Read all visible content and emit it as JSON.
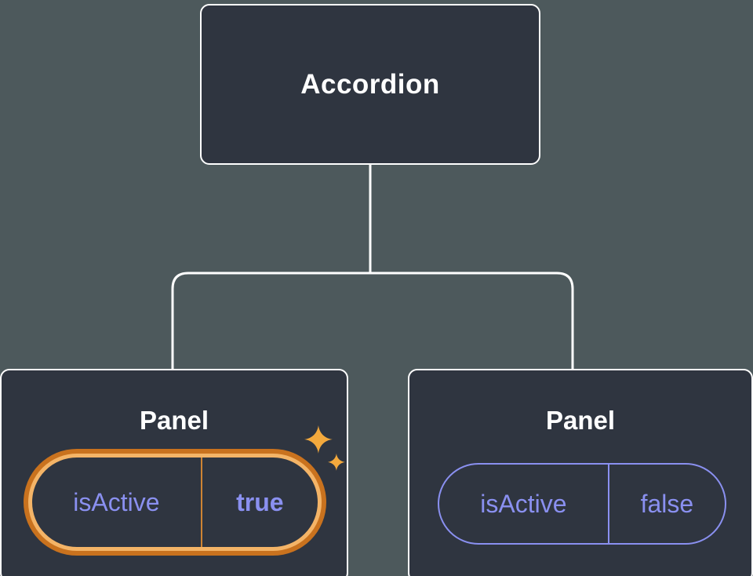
{
  "diagram": {
    "title_hint": "component tree: Accordion with two Panel children",
    "nodes": {
      "root": {
        "label": "Accordion"
      },
      "left": {
        "label": "Panel",
        "prop_name": "isActive",
        "prop_value": "true",
        "highlighted": true
      },
      "right": {
        "label": "Panel",
        "prop_name": "isActive",
        "prop_value": "false",
        "highlighted": false
      }
    },
    "icons": {
      "sparkle": "sparkle-icon (four-point stars marking updated state)"
    },
    "colors": {
      "background": "#4d595c",
      "node_fill": "#2f3540",
      "node_border": "#ffffff",
      "connector": "#ffffff",
      "state_purple": "#8a90f0",
      "highlight_ring_outer": "#c9721e",
      "highlight_ring_inner": "#f4b467",
      "highlight_divider": "#cf8433",
      "sparkle_gold": "#f3a93d"
    }
  }
}
